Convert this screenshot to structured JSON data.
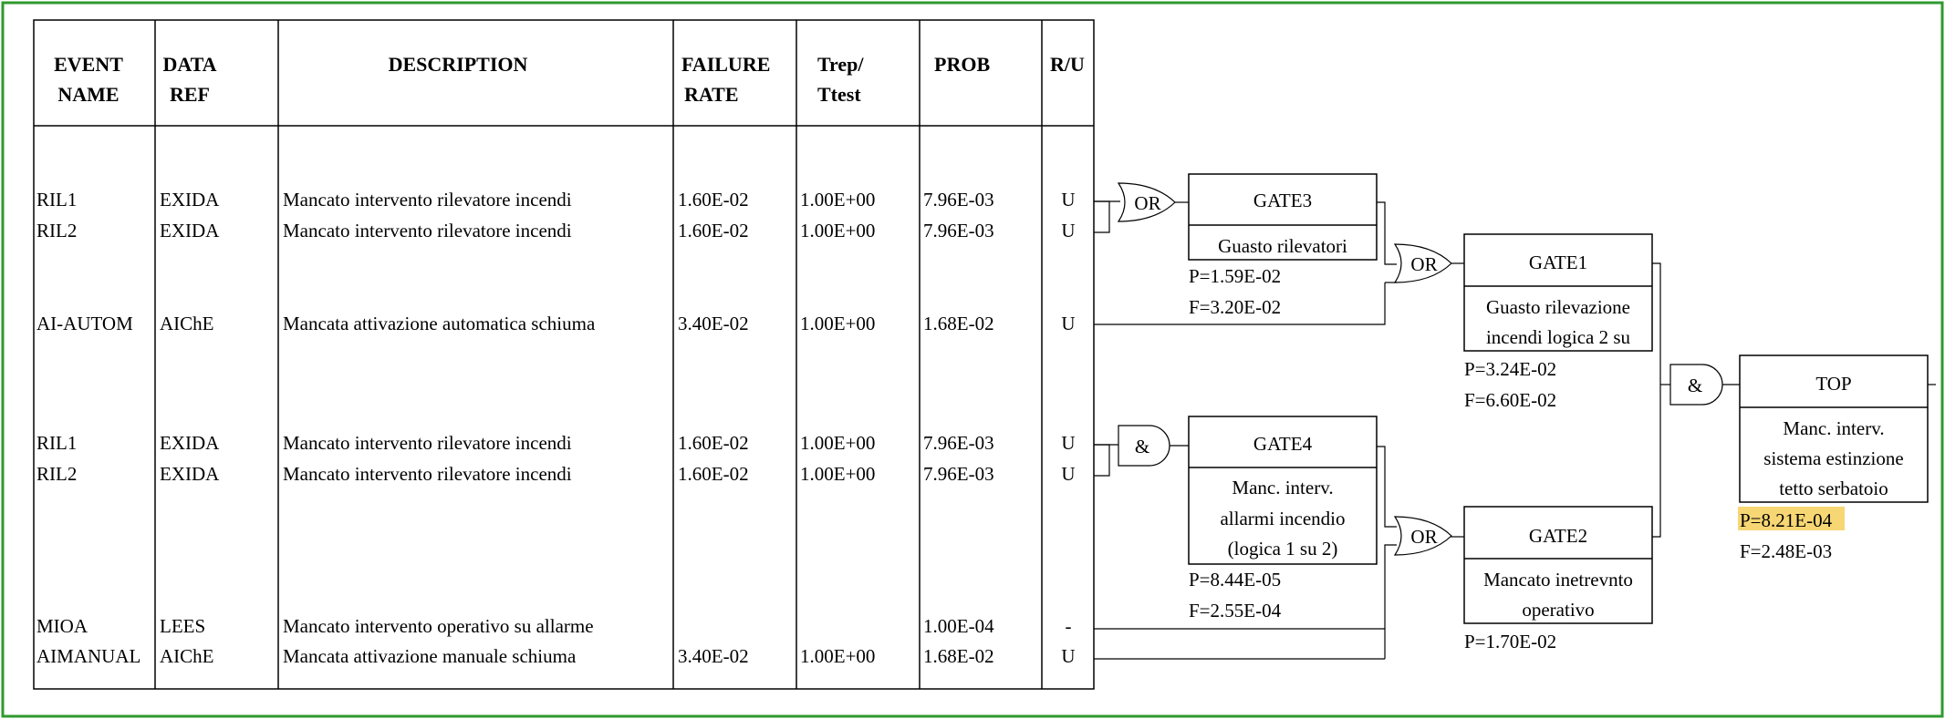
{
  "colors": {
    "frame": "#2e9a2e",
    "highlight": "#f7d774",
    "line": "#000000"
  },
  "table": {
    "headers": {
      "event_name": [
        "EVENT",
        "NAME"
      ],
      "data_ref": [
        "DATA",
        "REF"
      ],
      "description": [
        "DESCRIPTION"
      ],
      "failure_rate": [
        "FAILURE",
        "RATE"
      ],
      "trep": [
        "Trep/",
        "Ttest"
      ],
      "prob": [
        "PROB"
      ],
      "ru": [
        "R/U"
      ]
    },
    "rows": [
      {
        "event": "RIL1",
        "ref": "EXIDA",
        "desc": "Mancato intervento rilevatore incendi",
        "rate": "1.60E-02",
        "trep": "1.00E+00",
        "prob": "7.96E-03",
        "ru": "U"
      },
      {
        "event": "RIL2",
        "ref": "EXIDA",
        "desc": "Mancato intervento rilevatore incendi",
        "rate": "1.60E-02",
        "trep": "1.00E+00",
        "prob": "7.96E-03",
        "ru": "U"
      },
      {
        "event": "AI-AUTOM",
        "ref": "AIChE",
        "desc": "Mancata attivazione automatica schiuma",
        "rate": "3.40E-02",
        "trep": "1.00E+00",
        "prob": "1.68E-02",
        "ru": "U"
      },
      {
        "event": "RIL1",
        "ref": "EXIDA",
        "desc": "Mancato intervento rilevatore incendi",
        "rate": "1.60E-02",
        "trep": "1.00E+00",
        "prob": "7.96E-03",
        "ru": "U"
      },
      {
        "event": "RIL2",
        "ref": "EXIDA",
        "desc": "Mancato intervento rilevatore incendi",
        "rate": "1.60E-02",
        "trep": "1.00E+00",
        "prob": "7.96E-03",
        "ru": "U"
      },
      {
        "event": "MIOA",
        "ref": "LEES",
        "desc": "Mancato intervento operativo su allarme",
        "rate": "",
        "trep": "",
        "prob": "1.00E-04",
        "ru": "-"
      },
      {
        "event": "AIMANUAL",
        "ref": "AIChE",
        "desc": "Mancata attivazione manuale schiuma",
        "rate": "3.40E-02",
        "trep": "1.00E+00",
        "prob": "1.68E-02",
        "ru": "U"
      }
    ]
  },
  "gates": {
    "gate3": {
      "name": "GATE3",
      "desc": [
        "Guasto rilevatori"
      ],
      "p": "P=1.59E-02",
      "f": "F=3.20E-02",
      "symbol": "OR"
    },
    "gate4": {
      "name": "GATE4",
      "desc": [
        "Manc. interv.",
        "allarmi  incendio",
        "(logica 1 su 2)"
      ],
      "p": "P=8.44E-05",
      "f": "F=2.55E-04",
      "symbol": "&"
    },
    "gate1": {
      "name": "GATE1",
      "desc": [
        "Guasto rilevazione",
        "incendi logica 2 su"
      ],
      "p": "P=3.24E-02",
      "f": "F=6.60E-02",
      "symbol": "OR"
    },
    "gate2": {
      "name": "GATE2",
      "desc": [
        "Mancato inetrevnto",
        "operativo"
      ],
      "p": "P=1.70E-02",
      "symbol": "OR"
    },
    "top": {
      "name": "TOP",
      "desc": [
        "Manc. interv.",
        "sistema  estinzione",
        "tetto serbatoio"
      ],
      "p": "P=8.21E-04",
      "f": "F=2.48E-03",
      "symbol": "&"
    }
  }
}
